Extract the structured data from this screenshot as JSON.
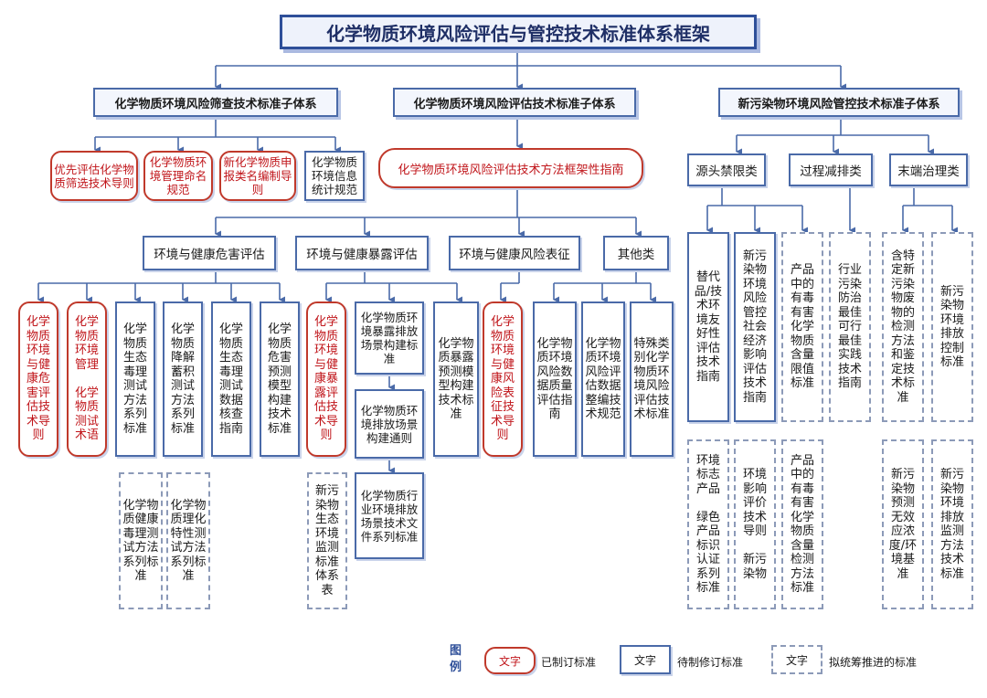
{
  "title": "化学物质环境风险评估与管控技术标准体系框架",
  "subsystems": {
    "screening": "化学物质环境风险筛查技术标准子体系",
    "assessment": "化学物质环境风险评估技术标准子体系",
    "new_pollutants": "新污染物环境风险管控技术标准子体系"
  },
  "screening_items": [
    "优先评估化学物质筛选技术导则",
    "化学物质环境管理命名规范",
    "新化学物质申报类名编制导则",
    "化学物质环境信息统计规范"
  ],
  "framework_guide": "化学物质环境风险评估技术方法框架性指南",
  "categories": [
    "环境与健康危害评估",
    "环境与健康暴露评估",
    "环境与健康风险表征",
    "其他类"
  ],
  "np_categories": [
    "源头禁限类",
    "过程减排类",
    "末端治理类"
  ],
  "hazard_items": [
    "化学物质环境与健康危害评估技术导则",
    "化学物质环境管理\n\n化学物质测试术语",
    "化学物质生态毒理测试方法系列标准",
    "化学物质降解蓄积测试方法系列标准",
    "化学物质生态毒理测试数据核查指南",
    "化学物质危害预测模型构建技术标准"
  ],
  "hazard_dashed": [
    "化学物质健康毒理测试方法系列标准",
    "化学物质理化特性测试方法系列标准"
  ],
  "exposure_items": [
    "化学物质环境与健康暴露评估技术导则",
    "化学物质环境暴露排放场景构建标准",
    "化学物质环境排放场景构建通则",
    "化学物质行业环境排放场景技术文件系列标准",
    "化学物质暴露预测模型构建技术标准"
  ],
  "exposure_dashed": [
    "新污染物生态环境监测标准体系表"
  ],
  "risk_items": [
    "化学物质环境与健康风险表征技术导则"
  ],
  "other_items": [
    "化学物质环境风险数据质量评估指南",
    "化学物质环境风险评估数据整编技术规范",
    "特殊类别化学物质环境风险评估技术标准"
  ],
  "np_top": [
    "替代品/技术环境友好性评估技术指南",
    "新污染物环境风险管控社会经济影响评估技术指南",
    "产品中的有毒有害化学物质含量限值标准",
    "行业污染防治最佳可行最佳实践技术指南",
    "含特定新污染物废物的检测方法和鉴定技术标准",
    "新污染物环境排放控制标准"
  ],
  "np_bottom": [
    "环境标志产品\n\n绿色产品标识认证系列标准",
    "环境影响评价技术导则\n\n新污染物",
    "产品中的有毒有害化学物质含量检测方法标准",
    "新污染物预测无效应浓度/环境基准",
    "新污染物环境排放监测方法技术标准"
  ],
  "legend": {
    "title": "图例",
    "sample": "文字",
    "done": "已制订标准",
    "pending": "待制修订标准",
    "planned": "拟统筹推进的标准"
  }
}
